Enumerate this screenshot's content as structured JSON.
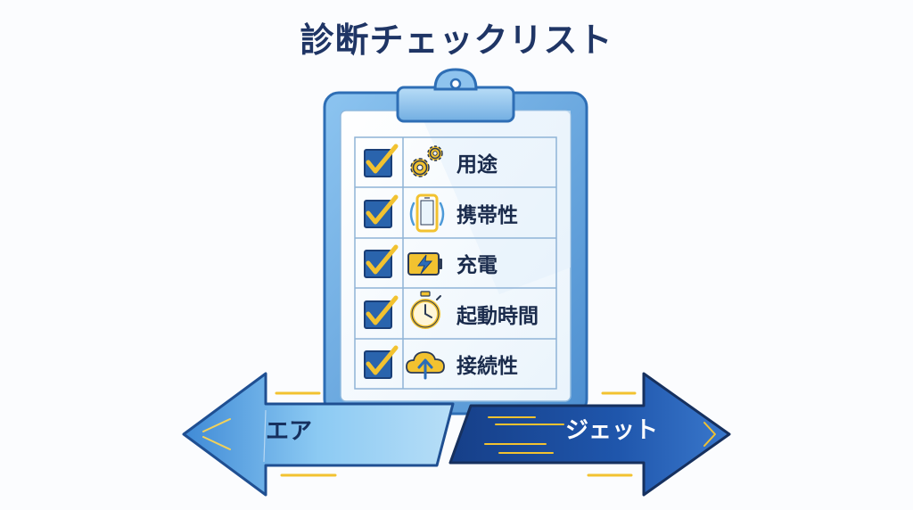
{
  "title": "診断チェックリスト",
  "checklist": {
    "items": [
      {
        "label": "用途",
        "icon": "gears-icon",
        "checked": true
      },
      {
        "label": "携帯性",
        "icon": "smartphone-icon",
        "checked": true
      },
      {
        "label": "充電",
        "icon": "battery-charging-icon",
        "checked": true
      },
      {
        "label": "起動時間",
        "icon": "stopwatch-icon",
        "checked": true
      },
      {
        "label": "接続性",
        "icon": "cloud-upload-icon",
        "checked": true
      }
    ]
  },
  "arrows": {
    "left": {
      "label": "エア",
      "direction": "left"
    },
    "right": {
      "label": "ジェット",
      "direction": "right"
    }
  },
  "colors": {
    "title": "#1f3565",
    "board_frame": "#5b9bd8",
    "checkbox": "#1f5fa8",
    "check": "#f2c230",
    "icon": "#f2c230",
    "arrow_left": "#6cb2e8",
    "arrow_right": "#1d4fa0",
    "accent_lines": "#f2c230"
  }
}
